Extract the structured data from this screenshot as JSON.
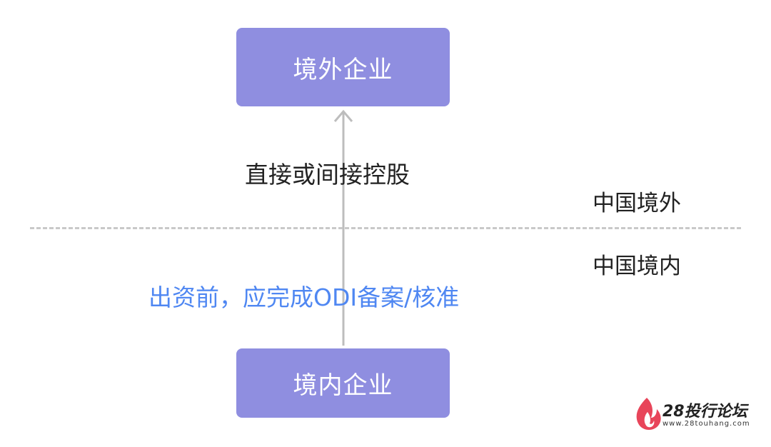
{
  "diagram": {
    "top_node": "境外企业",
    "bottom_node": "境内企业",
    "edge_label": "直接或间接控股",
    "zone_outside": "中国境外",
    "zone_inside": "中国境内",
    "note": "出资前，应完成ODI备案/核准",
    "colors": {
      "node_fill": "#8f8ee0",
      "note_text": "#4f87f2",
      "arrow": "#bdbdbd",
      "divider": "#c9c9c9",
      "watermark_flame": "#e8455a"
    }
  },
  "watermark": {
    "title": "28投行论坛",
    "url": "www.28touhang.com"
  }
}
